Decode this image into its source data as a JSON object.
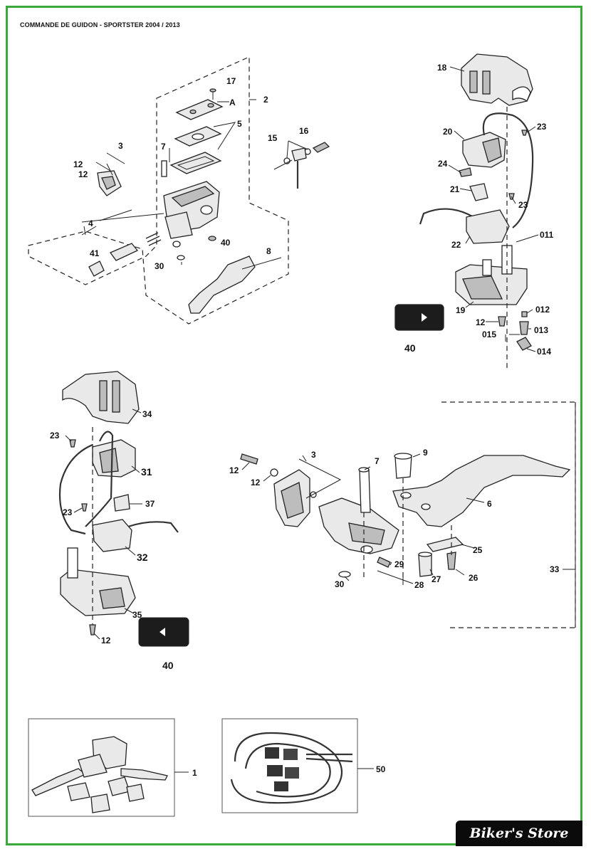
{
  "title": "COMMANDE DE GUIDON - SPORTSTER 2004 / 2013",
  "brand": "Biker's Store",
  "labels": {
    "p17": "17",
    "pA": "A",
    "p2": "2",
    "p5": "5",
    "p7": "7",
    "p3": "3",
    "p12a": "12",
    "p12b": "12",
    "p16": "16",
    "p15": "15",
    "p4": "4",
    "p40a": "40",
    "p41": "41",
    "p30": "30",
    "p8": "8",
    "p18": "18",
    "p20": "20",
    "p23a": "23",
    "p24": "24",
    "p21": "21",
    "p23b": "23",
    "p22": "22",
    "p011": "011",
    "p19": "19",
    "p12c": "12",
    "p012": "012",
    "p013": "013",
    "p015": "015",
    "p014": "014",
    "p40b": "40",
    "p34": "34",
    "p23c": "23",
    "p31": "31",
    "p37": "37",
    "p23d": "23",
    "p32": "32",
    "p35": "35",
    "p12d": "12",
    "p40c": "40",
    "p3b": "3",
    "p12e": "12",
    "p12f": "12",
    "p7b": "7",
    "p9": "9",
    "p6": "6",
    "p25": "25",
    "p29": "29",
    "p30b": "30",
    "p28": "28",
    "p27": "27",
    "p26": "26",
    "p33": "33",
    "p1": "1",
    "p50": "50"
  }
}
